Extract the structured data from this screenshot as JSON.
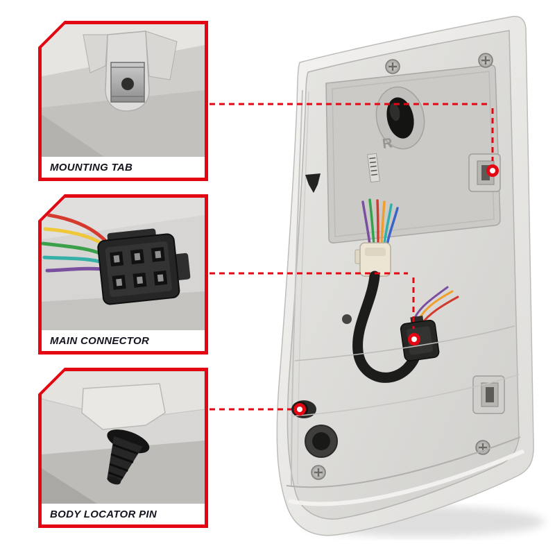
{
  "theme": {
    "accent_red": "#e30613",
    "label_text": "#14141e",
    "label_bg": "#ffffff",
    "page_bg": "#ffffff"
  },
  "callouts": [
    {
      "id": "mounting-tab",
      "label": "MOUNTING TAB"
    },
    {
      "id": "main-connector",
      "label": "MAIN CONNECTOR"
    },
    {
      "id": "body-locator-pin",
      "label": "BODY LOCATOR PIN"
    }
  ],
  "product": {
    "description": "Tail light assembly rear view with wiring harness",
    "marking_letter": "R"
  }
}
